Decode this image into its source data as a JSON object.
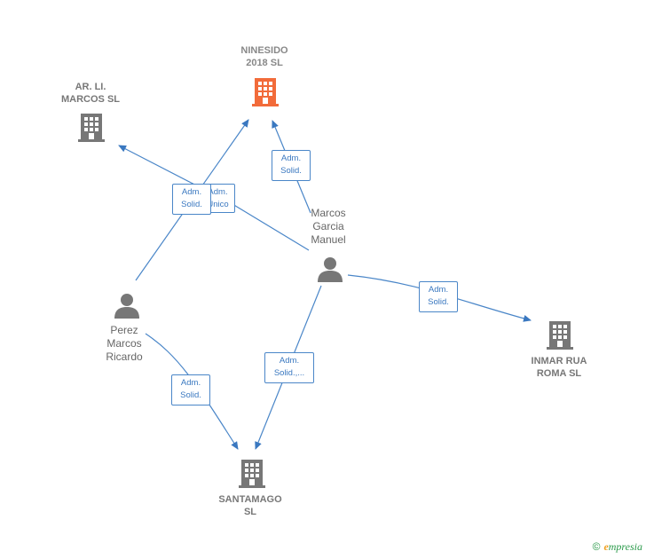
{
  "companies": {
    "ninesido": {
      "label": "NINESIDO\n2018  SL",
      "icon": "building-icon",
      "color": "#f26b3a"
    },
    "ar_li_marcos": {
      "label": "AR.  LI.\nMARCOS SL",
      "icon": "building-icon",
      "color": "#777777"
    },
    "inmar_rua_roma": {
      "label": "INMAR RUA\nROMA SL",
      "icon": "building-icon",
      "color": "#777777"
    },
    "santamago": {
      "label": "SANTAMAGO\nSL",
      "icon": "building-icon",
      "color": "#777777"
    }
  },
  "persons": {
    "marcos_garcia": {
      "label": "Marcos\nGarcia\nManuel",
      "icon": "person-icon"
    },
    "perez_marcos": {
      "label": "Perez\nMarcos\nRicardo",
      "icon": "person-icon"
    }
  },
  "relations": {
    "r1": "Adm.\nSolid.",
    "r2": "Adm.\nSolid.",
    "r3": "Adm.\nUnico",
    "r4": "Adm.\nSolid.",
    "r5": "Adm.\nSolid.,...",
    "r6": "Adm.\nSolid."
  },
  "colors": {
    "edge": "#4a86c8",
    "icon_gray": "#777777",
    "icon_orange": "#f26b3a"
  },
  "watermark": {
    "copyright": "©",
    "brand_initial": "e",
    "brand_rest": "mpresia"
  }
}
